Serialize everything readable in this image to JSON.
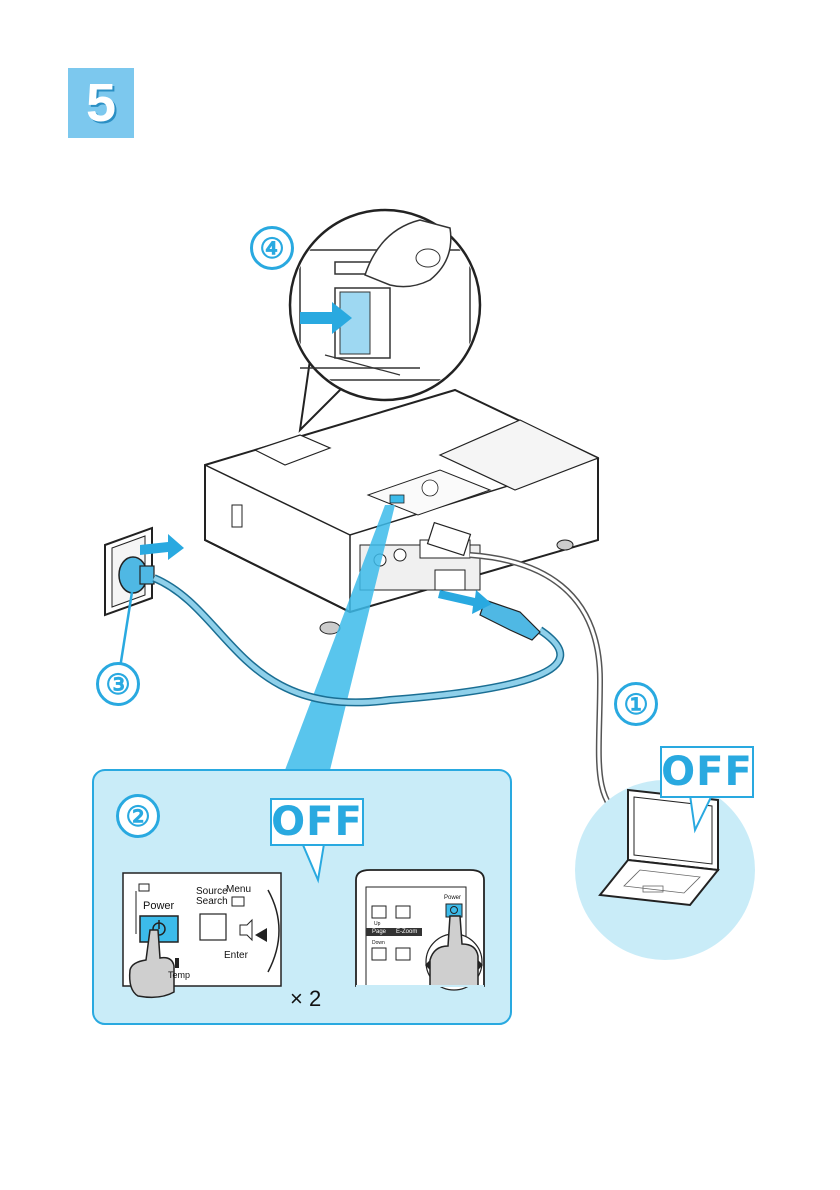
{
  "step": {
    "number": "5"
  },
  "callouts": {
    "c1": "①",
    "c2": "②",
    "c3": "③",
    "c4": "④"
  },
  "off_label": "OFF",
  "panel": {
    "power_label": "Power",
    "source_search_label": "Source\nSearch",
    "menu_label": "Menu",
    "enter_label": "Enter",
    "temp_label": "Temp",
    "times_two": "× 2"
  },
  "remote": {
    "power_label": "Power",
    "page_label": "Page",
    "ezoom_label": "E-Zoom",
    "up_label": "Up",
    "down_label": "Down"
  },
  "colors": {
    "accent": "#29a9e0",
    "panel_bg": "#c9ecf8",
    "beam": "#3cbbea",
    "cable": "#8fd0ea"
  },
  "icons": [
    "power-icon",
    "hand-icon",
    "laptop-icon",
    "plug-icon",
    "outlet-icon",
    "projector-icon"
  ]
}
